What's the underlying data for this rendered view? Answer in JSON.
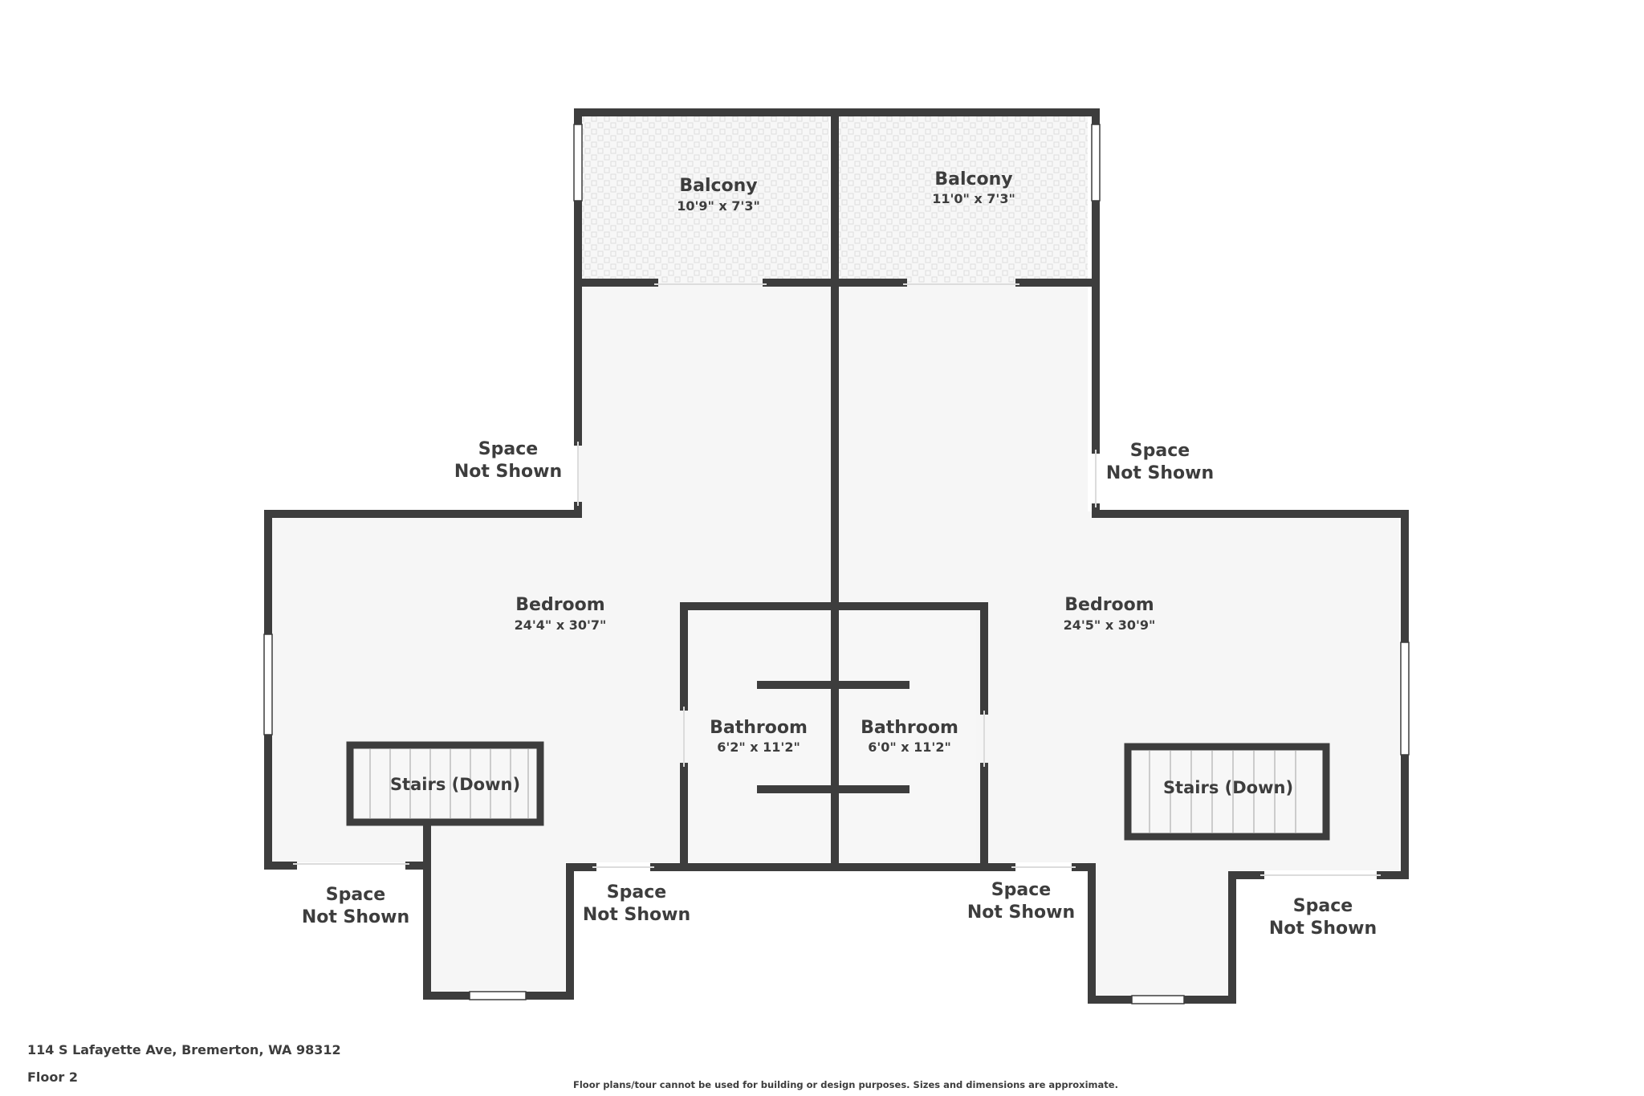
{
  "address": "114 S Lafayette Ave, Bremerton, WA 98312",
  "floor": "Floor 2",
  "disclaimer": "Floor plans/tour cannot be used for building or design purposes. Sizes and dimensions are approximate.",
  "colors": {
    "wall": "#3d3d3d",
    "floor": "#f6f6f6",
    "balcony_tile": "#e4e4e4",
    "text": "#3d3d3d"
  },
  "rooms": {
    "balcony_left": {
      "name": "Balcony",
      "dims": "10'9\" x 7'3\""
    },
    "balcony_right": {
      "name": "Balcony",
      "dims": "11'0\" x 7'3\""
    },
    "bedroom_left": {
      "name": "Bedroom",
      "dims": "24'4\" x 30'7\""
    },
    "bedroom_right": {
      "name": "Bedroom",
      "dims": "24'5\" x 30'9\""
    },
    "bath_left": {
      "name": "Bathroom",
      "dims": "6'2\" x 11'2\""
    },
    "bath_right": {
      "name": "Bathroom",
      "dims": "6'0\" x 11'2\""
    }
  },
  "stairs": {
    "left": "Stairs (Down)",
    "right": "Stairs (Down)"
  },
  "not_shown": {
    "line1": "Space",
    "line2": "Not Shown"
  }
}
